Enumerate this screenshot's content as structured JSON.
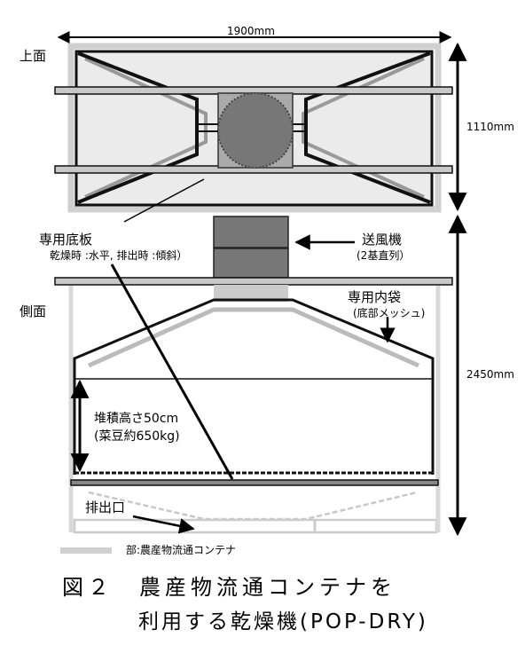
{
  "dimensions": {
    "width": "1900mm",
    "depth": "1110mm",
    "height": "2450mm"
  },
  "labels": {
    "top_view": "上面",
    "side_view": "側面",
    "floor_board": "専用底板",
    "floor_board_note": "乾燥時 :水平, 排出時 :傾斜）",
    "blower": "送風機",
    "blower_note": "(2基直列）",
    "inner_bag": "専用内袋",
    "inner_bag_note": "(底部メッシュ)",
    "pile_height": "堆積高さ50cm",
    "pile_weight": "(菜豆約650kg)",
    "outlet": "排出口"
  },
  "legend": {
    "text": "部:農産物流通コンテナ",
    "swatch_color": "#d0d0d0"
  },
  "caption": {
    "line1": "図２　農産物流通コンテナを",
    "line2": "利用する乾燥機(POP-DRY)"
  },
  "colors": {
    "container_gray": "#d0d0d0",
    "fill_light": "#ebebeb",
    "blower_fill": "#777777",
    "dark": "#111111"
  }
}
